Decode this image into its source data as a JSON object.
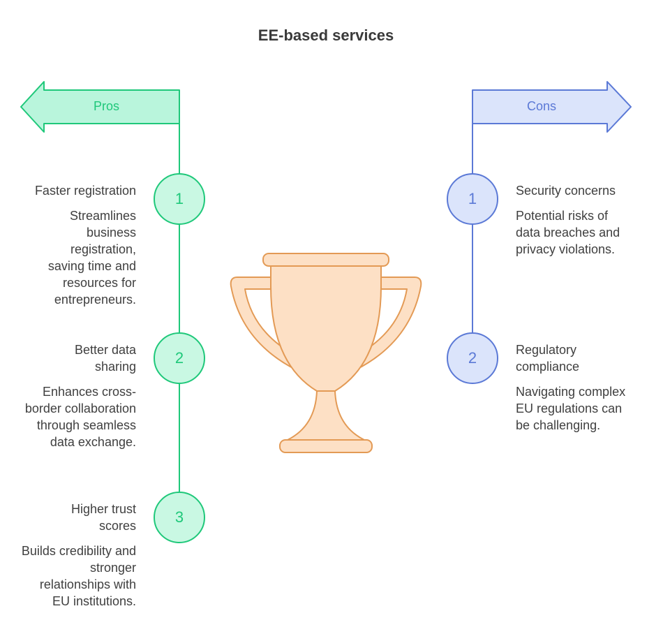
{
  "title": "EE-based services",
  "colors": {
    "pros_stroke": "#1fc87a",
    "pros_fill": "#b9f5dc",
    "cons_stroke": "#5b79d6",
    "cons_fill": "#dbe4fb",
    "trophy_stroke": "#e39a55",
    "trophy_fill": "#fde0c5",
    "text": "#3f3f3f"
  },
  "pros": {
    "label": "Pros",
    "items": [
      {
        "number": "1",
        "title": "Faster registration",
        "description": "Streamlines business registration, saving time and resources for entrepreneurs."
      },
      {
        "number": "2",
        "title": "Better data sharing",
        "description": "Enhances cross-border collaboration through seamless data exchange."
      },
      {
        "number": "3",
        "title": "Higher trust scores",
        "description": "Builds credibility and stronger relationships with EU institutions."
      }
    ]
  },
  "cons": {
    "label": "Cons",
    "items": [
      {
        "number": "1",
        "title": "Security concerns",
        "description": "Potential risks of data breaches and privacy violations."
      },
      {
        "number": "2",
        "title": "Regulatory compliance",
        "description": "Navigating complex EU regulations can be challenging."
      }
    ]
  },
  "center_icon": "trophy-icon"
}
